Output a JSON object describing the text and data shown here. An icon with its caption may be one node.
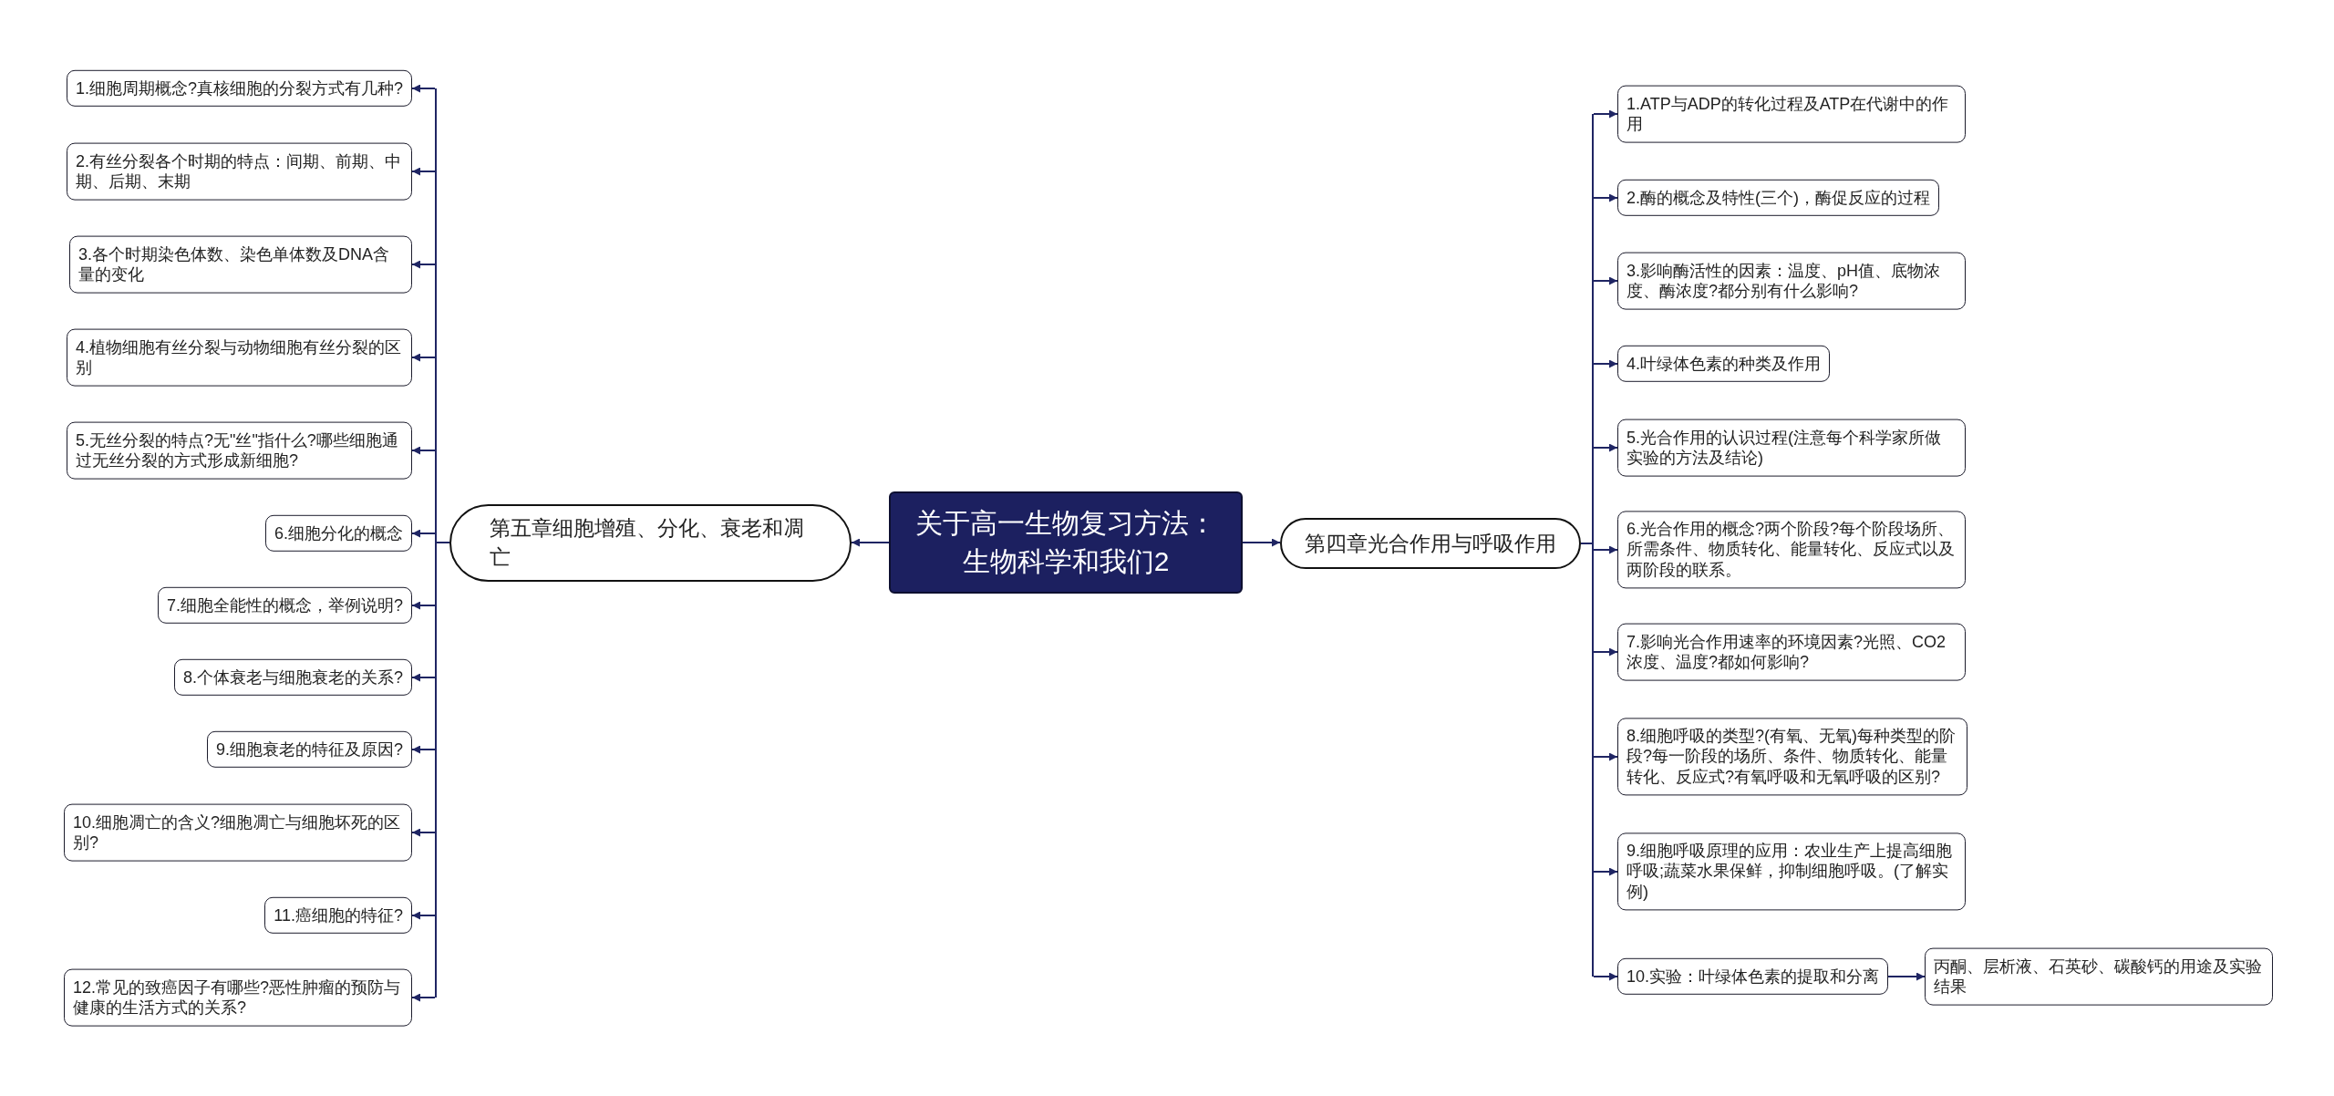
{
  "diagram": {
    "nodes": [
      {
        "text": [
          "关于高一生物复习方法：生物科学和我们2"
        ]
      },
      {
        "text": [
          "第五章细胞增殖、分化、衰老和凋亡"
        ]
      },
      {
        "text": [
          "1.细胞周期概念?真核细胞的分裂方式有几种?"
        ]
      },
      {
        "text": [
          "2.有丝分裂各个时期的特点：间期、前期、中期、后期、末期"
        ]
      },
      {
        "text": [
          "3.各个时期染色体数、染色单体数及DNA含量的变化"
        ]
      },
      {
        "text": [
          "4.植物细胞有丝分裂与动物细胞有丝分裂的区别"
        ]
      },
      {
        "text": [
          "5.无丝分裂的特点?无\"丝\"指什么?哪些细胞通过无丝分裂的方式形成新细胞?"
        ]
      },
      {
        "text": [
          "6.细胞分化的概念"
        ]
      },
      {
        "text": [
          "7.细胞全能性的概念，举例说明?"
        ]
      },
      {
        "text": [
          "8.个体衰老与细胞衰老的关系?"
        ]
      },
      {
        "text": [
          "9.细胞衰老的特征及原因?"
        ]
      },
      {
        "text": [
          "10.细胞凋亡的含义?细胞凋亡与细胞坏死的区别?"
        ]
      },
      {
        "text": [
          "11.癌细胞的特征?"
        ]
      },
      {
        "text": [
          "12.常见的致癌因子有哪些?恶性肿瘤的预防与健康的生活方式的关系?"
        ]
      },
      {
        "text": [
          "第四章光合作用与呼吸作用"
        ]
      },
      {
        "text": [
          "1.ATP与ADP的转化过程及ATP在代谢中的作用"
        ]
      },
      {
        "text": [
          "2.酶的概念及特性(三个)，酶促反应的过程"
        ]
      },
      {
        "text": [
          "3.影响酶活性的因素：温度、pH值、底物浓度、酶浓度?都分别有什么影响?"
        ]
      },
      {
        "text": [
          "4.叶绿体色素的种类及作用"
        ]
      },
      {
        "text": [
          "5.光合作用的认识过程(注意每个科学家所做实验的方法及结论)"
        ]
      },
      {
        "text": [
          "6.光合作用的概念?两个阶段?每个阶段场所、所需条件、物质转化、能量转化、反应式以及两阶段的联系。"
        ]
      },
      {
        "text": [
          "7.影响光合作用速率的环境因素?光照、CO2浓度、温度?都如何影响?"
        ]
      },
      {
        "text": [
          "8.细胞呼吸的类型?(有氧、无氧)每种类型的阶段?每一阶段的场所、条件、物质转化、能量转化、反应式?有氧呼吸和无氧呼吸的区别?"
        ]
      },
      {
        "text": [
          "9.细胞呼吸原理的应用：农业生产上提高细胞呼吸;蔬菜水果保鲜，抑制细胞呼吸。(了解实例)"
        ]
      },
      {
        "text": [
          "10.实验：叶绿体色素的提取和分离"
        ]
      },
      {
        "text": [
          "丙酮、层析液、石英砂、碳酸钙的用途及实验结果"
        ]
      }
    ],
    "edges": [
      {
        "from": 0,
        "to": 1,
        "arrow": "to"
      },
      {
        "from": 0,
        "to": 14,
        "arrow": "to"
      },
      {
        "from": 1,
        "to": 2,
        "arrow": "to"
      },
      {
        "from": 1,
        "to": 3,
        "arrow": "to"
      },
      {
        "from": 1,
        "to": 4,
        "arrow": "to"
      },
      {
        "from": 1,
        "to": 5,
        "arrow": "to"
      },
      {
        "from": 1,
        "to": 6,
        "arrow": "to"
      },
      {
        "from": 1,
        "to": 7,
        "arrow": "to"
      },
      {
        "from": 1,
        "to": 8,
        "arrow": "to"
      },
      {
        "from": 1,
        "to": 9,
        "arrow": "to"
      },
      {
        "from": 1,
        "to": 10,
        "arrow": "to"
      },
      {
        "from": 1,
        "to": 11,
        "arrow": "to"
      },
      {
        "from": 1,
        "to": 12,
        "arrow": "to"
      },
      {
        "from": 1,
        "to": 13,
        "arrow": "to"
      },
      {
        "from": 14,
        "to": 15,
        "arrow": "to"
      },
      {
        "from": 14,
        "to": 16,
        "arrow": "to"
      },
      {
        "from": 14,
        "to": 17,
        "arrow": "to"
      },
      {
        "from": 14,
        "to": 18,
        "arrow": "to"
      },
      {
        "from": 14,
        "to": 19,
        "arrow": "to"
      },
      {
        "from": 14,
        "to": 20,
        "arrow": "to"
      },
      {
        "from": 14,
        "to": 21,
        "arrow": "to"
      },
      {
        "from": 14,
        "to": 22,
        "arrow": "to"
      },
      {
        "from": 14,
        "to": 23,
        "arrow": "to"
      },
      {
        "from": 14,
        "to": 24,
        "arrow": "to"
      },
      {
        "from": 24,
        "to": 25,
        "arrow": "to"
      }
    ]
  }
}
